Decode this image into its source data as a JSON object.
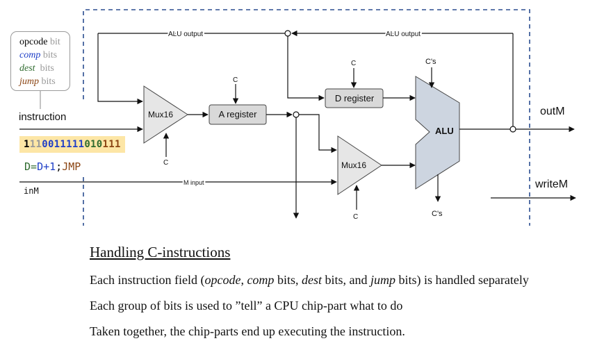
{
  "legend": {
    "opcode_word": "opcode",
    "opcode_suffix": "bit",
    "comp_word": "comp",
    "comp_suffix": "bits",
    "dest_word": "dest",
    "dest_suffix": "bits",
    "jump_word": "jump",
    "jump_suffix": "bits",
    "colors": {
      "opcode": "#000000",
      "comp": "#1f3fc7",
      "dest": "#2f6b2f",
      "jump": "#8b4513",
      "muted": "#999999"
    }
  },
  "instruction": {
    "label": "instruction",
    "bits": {
      "opcode": "1",
      "unused": "11",
      "a_bit": "0",
      "comp": "011111",
      "dest": "010",
      "jump": "111"
    },
    "assembly": {
      "dest": "D",
      "eq": "=",
      "comp": "D+1",
      "semi": ";",
      "jump": "JMP"
    },
    "bit_colors": {
      "opcode": "#000000",
      "unused": "#999999",
      "a_bit": "#1f3fc7",
      "comp": "#1f3fc7",
      "dest": "#2f6b2f",
      "jump": "#8b4513"
    }
  },
  "diagram": {
    "inM_label": "inM",
    "outM_label": "outM",
    "writeM_label": "writeM",
    "alu_output_left": "ALU output",
    "alu_output_right": "ALU output",
    "m_input_label": "M input",
    "mux_top_label": "Mux16",
    "mux_bottom_label": "Mux16",
    "a_register_label": "A register",
    "d_register_label": "D register",
    "alu_label": "ALU",
    "c_labels": [
      "C",
      "C",
      "C",
      "C"
    ],
    "cs_top": "C's",
    "cs_bottom": "C's",
    "colors": {
      "register_fill": "#d9d9d9",
      "mux_fill": "#e6e6e6",
      "alu_fill": "#cdd5e0",
      "boundary": "#2a4d8f"
    }
  },
  "text": {
    "heading": "Handling C-instructions",
    "line1": {
      "pre": "Each instruction field (",
      "opcode": "opcode",
      "sep1": ", ",
      "comp": "comp",
      "mid1": " bits, ",
      "dest": "dest",
      "mid2": " bits, and ",
      "jump": "jump",
      "post": " bits) is handled separately"
    },
    "line2": "Each group of bits is used to ”tell” a CPU chip-part what to do",
    "line3": "Taken together, the chip-parts end up executing the instruction."
  }
}
